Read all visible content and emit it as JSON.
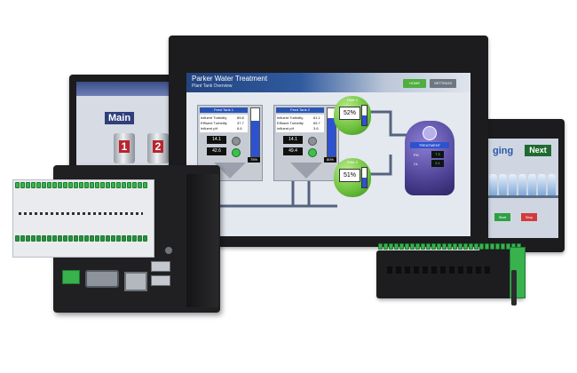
{
  "main_hmi": {
    "title": "Parker Water Treatment",
    "subtitle": "Plant Tank Overview",
    "buttons": {
      "home": "HOME",
      "settings": "SETTINGS"
    },
    "feed_tank_1": {
      "title": "Feed Tank 1",
      "rows": [
        [
          "Influent Turbidity",
          "89.8"
        ],
        [
          "Effluent Turbidity",
          "37.7"
        ],
        [
          "Influent pH",
          "6.6"
        ]
      ],
      "readout_top": "14.1",
      "readout_bottom": "42.6",
      "level_label": "75%",
      "level": 0.75
    },
    "feed_tank_2": {
      "title": "Feed Tank 2",
      "rows": [
        [
          "Influent Turbidity",
          "61.1"
        ],
        [
          "Effluent Turbidity",
          "65.7"
        ],
        [
          "Influent pH",
          "3.6"
        ]
      ],
      "readout_top": "14.1",
      "readout_bottom": "49.4",
      "level_label": "80%",
      "level": 0.8
    },
    "filter_1": {
      "title": "Filter 1",
      "value": "52%",
      "level": 0.52
    },
    "filter_2": {
      "title": "Filter 2",
      "value": "51%",
      "level": 0.51
    },
    "treatment": {
      "title": "TREATMENT",
      "row1_label": "PH",
      "row1_value": "7.3",
      "row2_label": "CL",
      "row2_value": "2.1"
    }
  },
  "left_hmi": {
    "title": "Main",
    "tank_numbers": [
      "1",
      "2"
    ]
  },
  "right_hmi": {
    "title": "ging",
    "next_button": "Next",
    "start_button": "Start",
    "stop_button": "Stop"
  },
  "colors": {
    "bezel": "#1c1c1e",
    "screen_bg": "#e4e8ef",
    "header_blue": "#23447f",
    "filter_green": "#7cc94a",
    "terminal_green": "#37b24d",
    "treatment_purple": "#4b3f91"
  }
}
